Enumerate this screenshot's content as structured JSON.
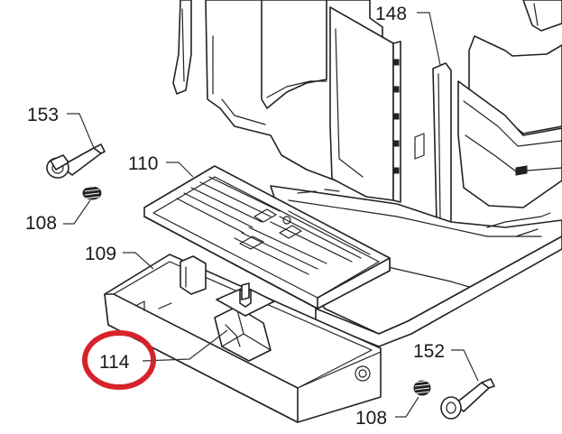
{
  "colors": {
    "highlight_ring": "#d6232a",
    "line": "#222222",
    "background": "#ffffff"
  },
  "callouts": {
    "c148": "148",
    "c153": "153",
    "c110": "110",
    "c108a": "108",
    "c109": "109",
    "c114": "114",
    "c152": "152",
    "c108b": "108"
  },
  "highlighted_callout": "114"
}
